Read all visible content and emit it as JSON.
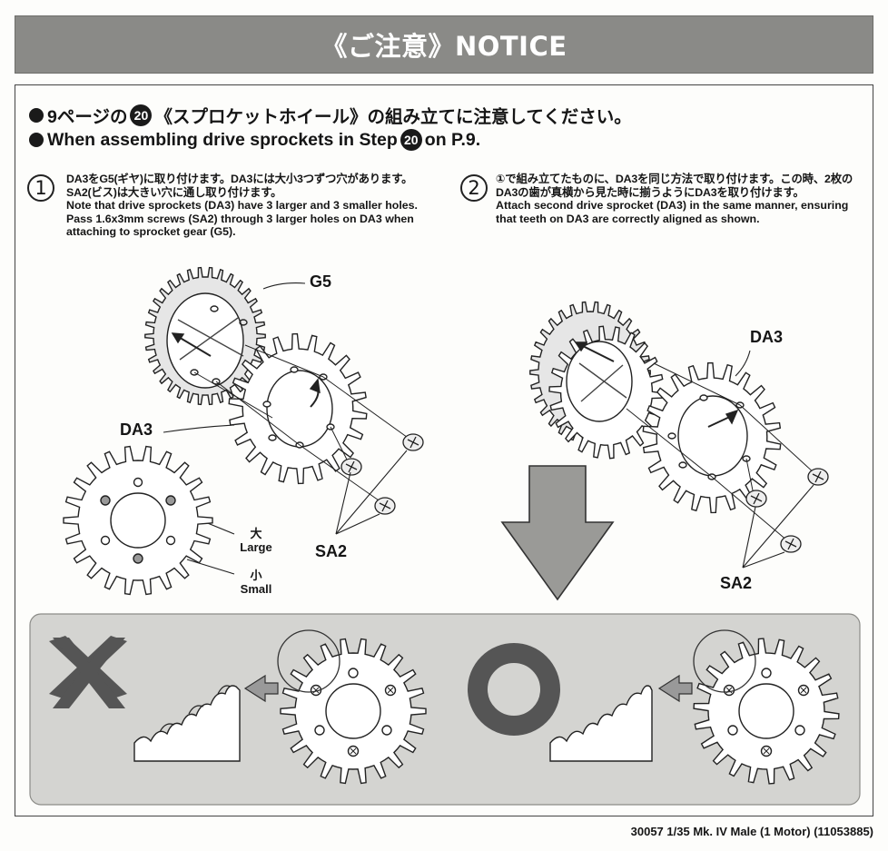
{
  "banner": {
    "title": "《ご注意》NOTICE"
  },
  "headline": {
    "jp_pre": "9ページの",
    "jp_step": "20",
    "jp_post": "《スプロケットホイール》の組み立てに注意してください。",
    "en_pre": "When assembling drive sprockets in Step",
    "en_step": "20",
    "en_post": "on P.9."
  },
  "step1": {
    "number": "1",
    "jp": "DA3をG5(ギヤ)に取り付けます。DA3には大小3つずつ穴があります。SA2(ビス)は大きい穴に通し取り付けます。",
    "en": "Note that drive sprockets (DA3) have 3 larger and 3 smaller holes. Pass 1.6x3mm screws (SA2) through 3 larger holes on DA3 when attaching to sprocket gear (G5)."
  },
  "step2": {
    "number": "2",
    "jp": "①で組み立てたものに、DA3を同じ方法で取り付けます。この時、2枚のDA3の歯が真横から見た時に揃うようにDA3を取り付けます。",
    "en": "Attach second drive sprocket (DA3) in the same manner, ensuring that teeth on DA3 are correctly aligned as shown."
  },
  "labels": {
    "g5": "G5",
    "da3_left": "DA3",
    "sa2_left": "SA2",
    "large_jp": "大",
    "large_en": "Large",
    "small_jp": "小",
    "small_en": "Small",
    "da3_right": "DA3",
    "sa2_right": "SA2"
  },
  "footer": {
    "text": "30057  1/35 Mk. IV Male (1 Motor) (11053885)"
  }
}
